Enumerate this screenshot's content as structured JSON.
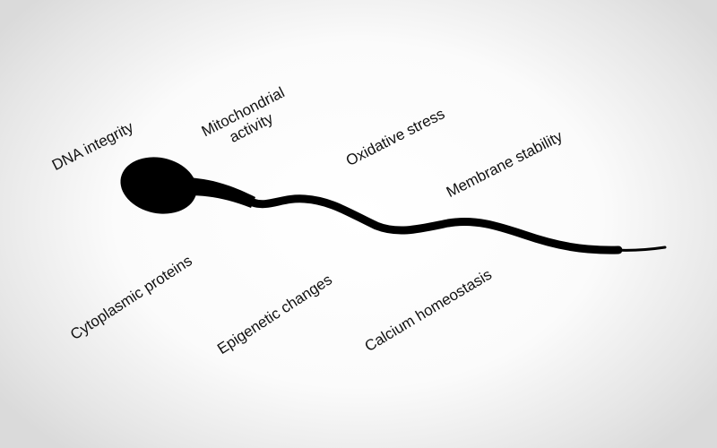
{
  "labels": {
    "dna_integrity": "DNA integrity",
    "mitochondrial_line1": "Mitochondrial",
    "mitochondrial_line2": "activity",
    "oxidative_stress": "Oxidative stress",
    "membrane_stability": "Membrane stability",
    "cytoplasmic_proteins": "Cytoplasmic proteins",
    "epigenetic_changes": "Epigenetic changes",
    "calcium_homeostasis": "Calcium homeostasis"
  },
  "colors": {
    "silhouette": "#000000",
    "text": "#111111"
  }
}
